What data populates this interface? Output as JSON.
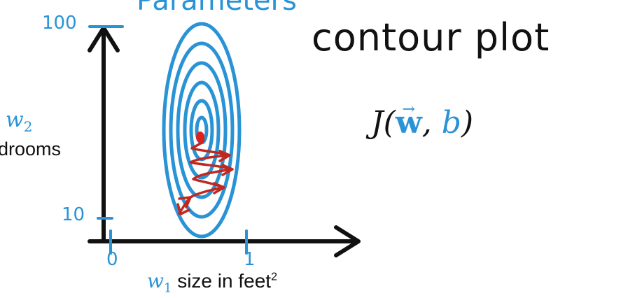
{
  "heading": "Parameters",
  "title": "contour plot",
  "cost_function": {
    "prefix": "J(",
    "w": "w",
    "arrow": "→",
    "sep": ", ",
    "b": "b",
    "suffix": ")"
  },
  "y_axis": {
    "symbol": "w",
    "subscript": "2",
    "description": "edrooms",
    "tick_top": "100",
    "tick_bottom": "10"
  },
  "x_axis": {
    "symbol": "w",
    "subscript": "1",
    "description": " size in feet",
    "superscript": "2",
    "tick_left": "0",
    "tick_right": "1"
  },
  "colors": {
    "contour": "#2a93d5",
    "path": "#c0281f",
    "axis": "#111111"
  }
}
